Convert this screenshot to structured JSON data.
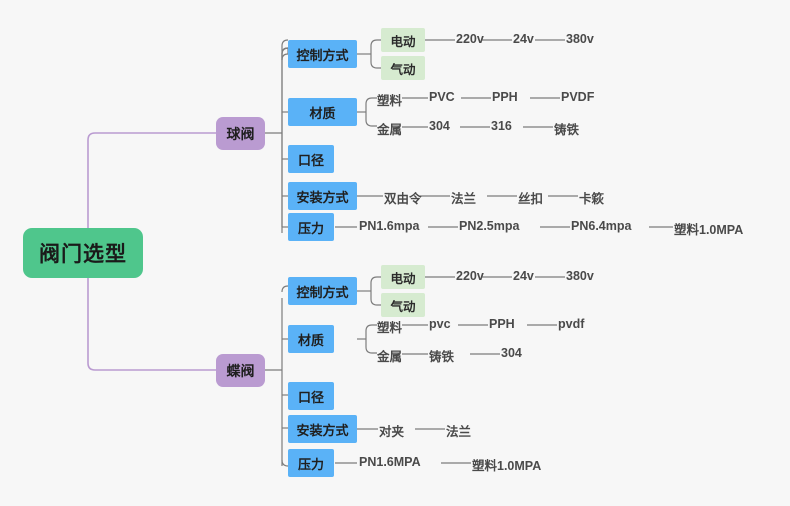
{
  "diagram": {
    "type": "mindmap",
    "title": "阀门选型",
    "colors": {
      "background": "#f7f7f7",
      "root": "#4FC68C",
      "branch": "#BA9BD1",
      "category": "#5AB2F7",
      "subnode": "#D6EBD0",
      "root_edge": "#BA9BD1",
      "edge": "#7a7a7a",
      "leaf_text": "#4a4a4a"
    },
    "root": {
      "label": "阀门选型"
    },
    "branches": [
      {
        "label": "球阀",
        "categories": [
          {
            "label": "控制方式",
            "subnodes": [
              {
                "label": "电动",
                "leaves": [
                  "220v",
                  "24v",
                  "380v"
                ]
              },
              {
                "label": "气动",
                "leaves": []
              }
            ],
            "leaves": []
          },
          {
            "label": "材质",
            "subnodes": [],
            "rows": [
              {
                "label": "塑料",
                "leaves": [
                  "PVC",
                  "PPH",
                  "PVDF"
                ]
              },
              {
                "label": "金属",
                "leaves": [
                  "304",
                  "316",
                  "铸铁"
                ]
              }
            ]
          },
          {
            "label": "口径",
            "leaves": []
          },
          {
            "label": "安装方式",
            "leaves": [
              "双由令",
              "法兰",
              "丝扣",
              "卡篍"
            ]
          },
          {
            "label": "压力",
            "leaves": [
              "PN1.6mpa",
              "PN2.5mpa",
              "PN6.4mpa",
              "塑料1.0MPA"
            ]
          }
        ]
      },
      {
        "label": "蝶阀",
        "categories": [
          {
            "label": "控制方式",
            "subnodes": [
              {
                "label": "电动",
                "leaves": [
                  "220v",
                  "24v",
                  "380v"
                ]
              },
              {
                "label": "气动",
                "leaves": []
              }
            ],
            "leaves": []
          },
          {
            "label": "材质",
            "subnodes": [],
            "rows": [
              {
                "label": "塑料",
                "leaves": [
                  "pvc",
                  "PPH",
                  "pvdf"
                ]
              },
              {
                "label": "金属",
                "leaves": [
                  "铸铁",
                  "304"
                ]
              }
            ]
          },
          {
            "label": "口径",
            "leaves": []
          },
          {
            "label": "安装方式",
            "leaves": [
              "对夹",
              "法兰"
            ]
          },
          {
            "label": "压力",
            "leaves": [
              "PN1.6MPA",
              "塑料1.0MPA"
            ]
          }
        ]
      }
    ]
  }
}
